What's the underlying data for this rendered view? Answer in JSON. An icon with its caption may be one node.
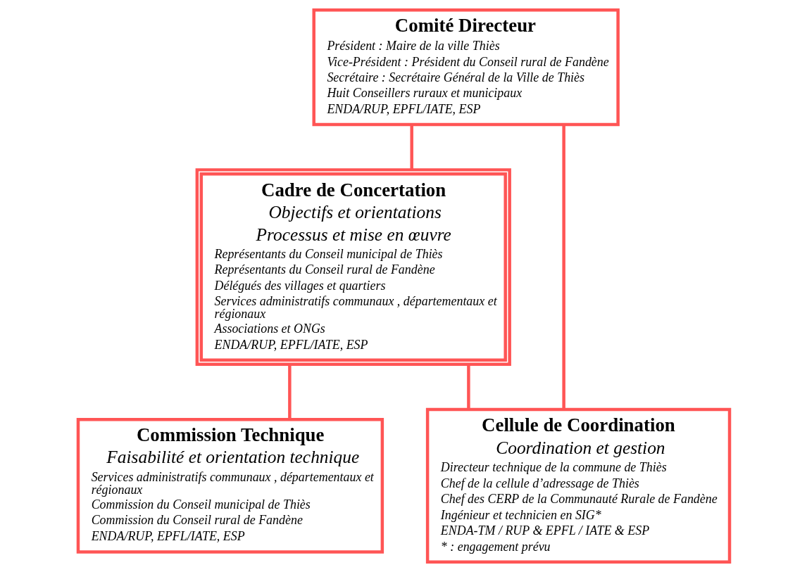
{
  "diagram": {
    "nodes": [
      {
        "text": [
          "Comité Directeur",
          "Président : Maire de la ville Thiès",
          "Vice-Président : Président du Conseil rural de Fandène",
          "Secrétaire : Secrétaire Général de la Ville de Thiès",
          "Huit Conseillers ruraux et municipaux",
          "ENDA/RUP, EPFL/IATE, ESP"
        ]
      },
      {
        "text": [
          "Cadre de Concertation",
          "Objectifs et orientations",
          "Processus et mise en œuvre",
          "Représentants du Conseil municipal de Thiès",
          "Représentants du Conseil rural de Fandène",
          "Délégués des villages et quartiers",
          "Services administratifs communaux , départementaux et régionaux",
          "Associations et ONGs",
          "ENDA/RUP, EPFL/IATE, ESP"
        ]
      },
      {
        "text": [
          "Commission Technique",
          "Faisabilité et orientation technique",
          "Services administratifs communaux , départementaux et régionaux",
          "Commission du Conseil municipal de Thiès",
          "Commission du Conseil rural de Fandène",
          "ENDA/RUP, EPFL/IATE, ESP"
        ]
      },
      {
        "text": [
          "Cellule de Coordination",
          "Coordination et gestion",
          "Directeur technique de la commune de Thiès",
          "Chef de la cellule d’adressage de Thiès",
          "Chef des CERP de la Communauté Rurale de Fandène",
          "Ingénieur et technicien en SIG*",
          "ENDA-TM / RUP & EPFL / IATE & ESP",
          "* : engagement prévu"
        ]
      }
    ],
    "edges": [
      {
        "from": 0,
        "to": 1,
        "arrow": "none"
      },
      {
        "from": 0,
        "to": 3,
        "arrow": "none"
      },
      {
        "from": 1,
        "to": 2,
        "arrow": "none"
      },
      {
        "from": 1,
        "to": 3,
        "arrow": "none"
      }
    ]
  }
}
